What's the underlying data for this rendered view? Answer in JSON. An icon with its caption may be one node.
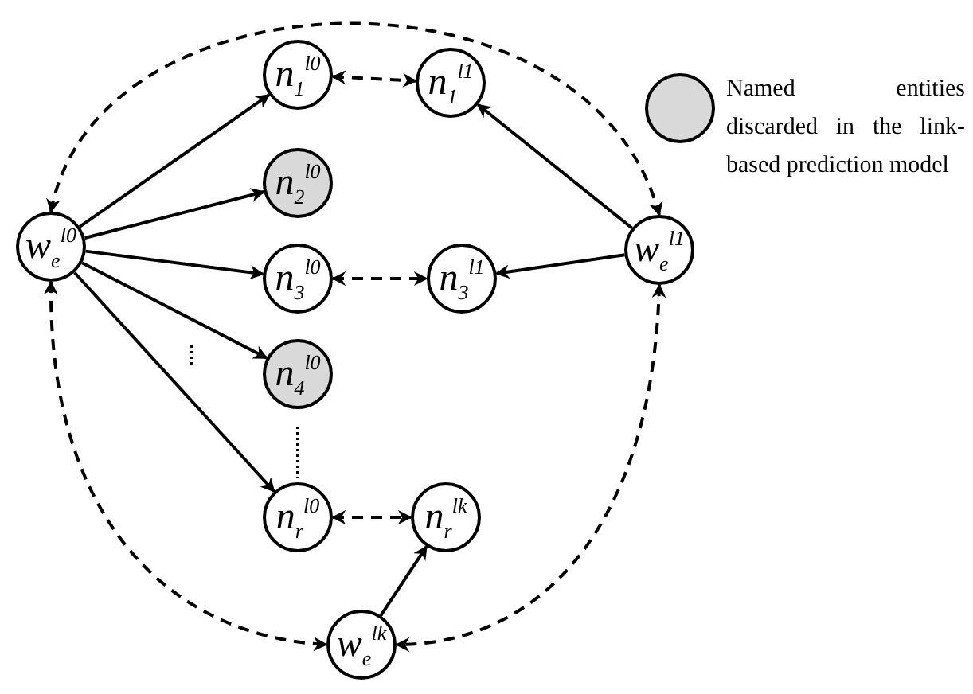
{
  "diagram": {
    "nodes": [
      {
        "text": [
          "w$_{e}$$^{l0}$"
        ]
      },
      {
        "text": [
          "n$_{1}$$^{l0}$"
        ]
      },
      {
        "text": [
          "n$_{2}$$^{l0}$"
        ]
      },
      {
        "text": [
          "n$_{3}$$^{l0}$"
        ]
      },
      {
        "text": [
          "n$_{4}$$^{l0}$"
        ]
      },
      {
        "text": [
          "n$_{r}$$^{l0}$"
        ]
      },
      {
        "text": [
          "n$_{1}$$^{l1}$"
        ]
      },
      {
        "text": [
          "n$_{3}$$^{l1}$"
        ]
      },
      {
        "text": [
          "w$_{e}$$^{l1}$"
        ]
      },
      {
        "text": [
          "n$_{r}$$^{lk}$"
        ]
      },
      {
        "text": [
          "w$_{e}$$^{lk}$"
        ]
      }
    ],
    "edges": [
      {
        "from": 0,
        "to": 1,
        "arrow": "to"
      },
      {
        "from": 0,
        "to": 2,
        "arrow": "to"
      },
      {
        "from": 0,
        "to": 3,
        "arrow": "to"
      },
      {
        "from": 0,
        "to": 4,
        "arrow": "to"
      },
      {
        "from": 0,
        "to": 5,
        "arrow": "to"
      },
      {
        "from": 1,
        "to": 6,
        "arrow": "both",
        "style": "dashed"
      },
      {
        "from": 3,
        "to": 7,
        "arrow": "both",
        "style": "dashed"
      },
      {
        "from": 5,
        "to": 9,
        "arrow": "both",
        "style": "dashed"
      },
      {
        "from": 8,
        "to": 6,
        "arrow": "to"
      },
      {
        "from": 8,
        "to": 7,
        "arrow": "to"
      },
      {
        "from": 10,
        "to": 9,
        "arrow": "to"
      },
      {
        "from": 0,
        "to": 8,
        "arrow": "both",
        "style": "dashed"
      },
      {
        "from": 0,
        "to": 10,
        "arrow": "both",
        "style": "dashed"
      },
      {
        "from": 8,
        "to": 10,
        "arrow": "both",
        "style": "dashed"
      }
    ],
    "legend": [
      {
        "text": "Named entities discarded in the link-based prediction model",
        "color": "#d9d9d9"
      }
    ]
  }
}
